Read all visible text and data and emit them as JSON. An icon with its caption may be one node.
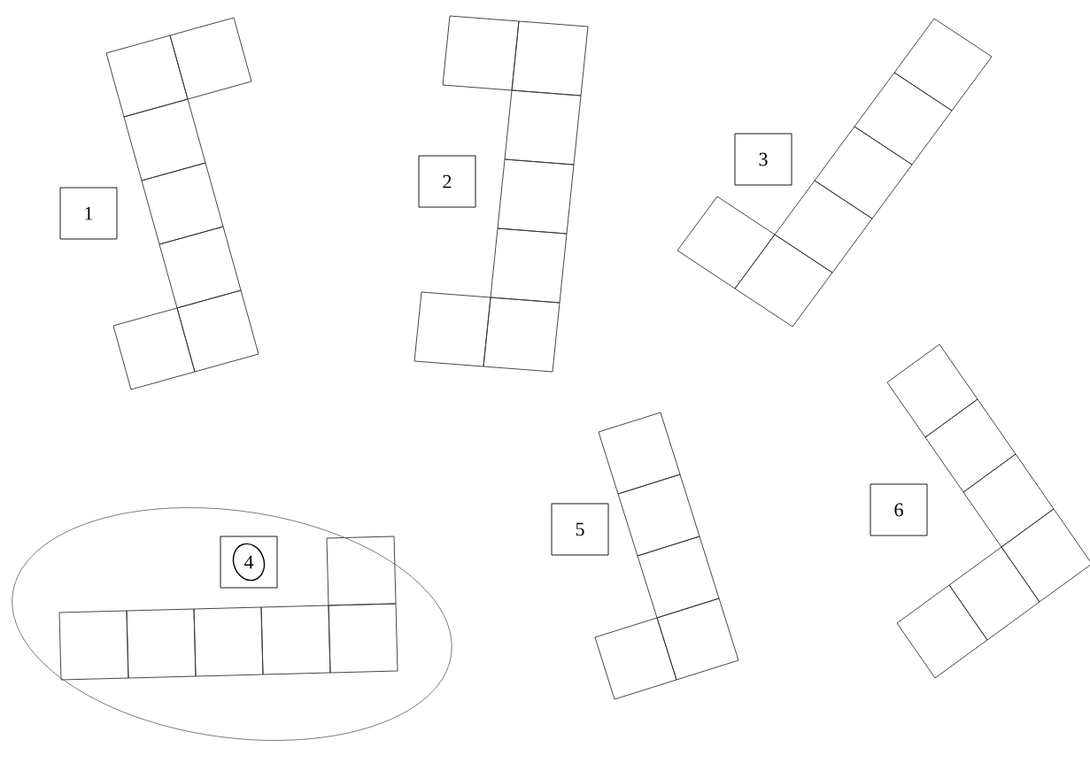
{
  "diagram": {
    "nodes": [
      {
        "text": [
          "1"
        ]
      },
      {
        "text": [
          "2"
        ]
      },
      {
        "text": [
          "3"
        ]
      },
      {
        "text": [
          "4"
        ]
      },
      {
        "text": [
          "5"
        ]
      },
      {
        "text": [
          "6"
        ]
      }
    ]
  }
}
